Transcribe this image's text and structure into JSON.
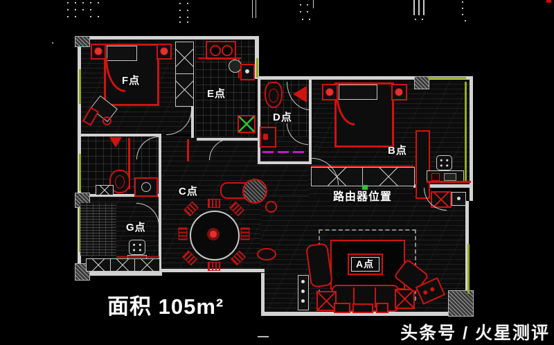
{
  "labels": {
    "point_f": "F点",
    "point_e": "E点",
    "point_d": "D点",
    "point_b": "B点",
    "point_c": "C点",
    "point_g": "G点",
    "point_a": "A点",
    "router": "路由器位置",
    "area": "面积  105m²"
  },
  "watermark": "头条号 / 火星测评",
  "colors": {
    "background": "#000000",
    "walls": "#d2d2d2",
    "furniture_red": "#cf1310",
    "window_green": "#93ac1e",
    "router_marker_green": "#35c135",
    "hallway_magenta": "#c517c5",
    "label_text": "#ffffff"
  }
}
